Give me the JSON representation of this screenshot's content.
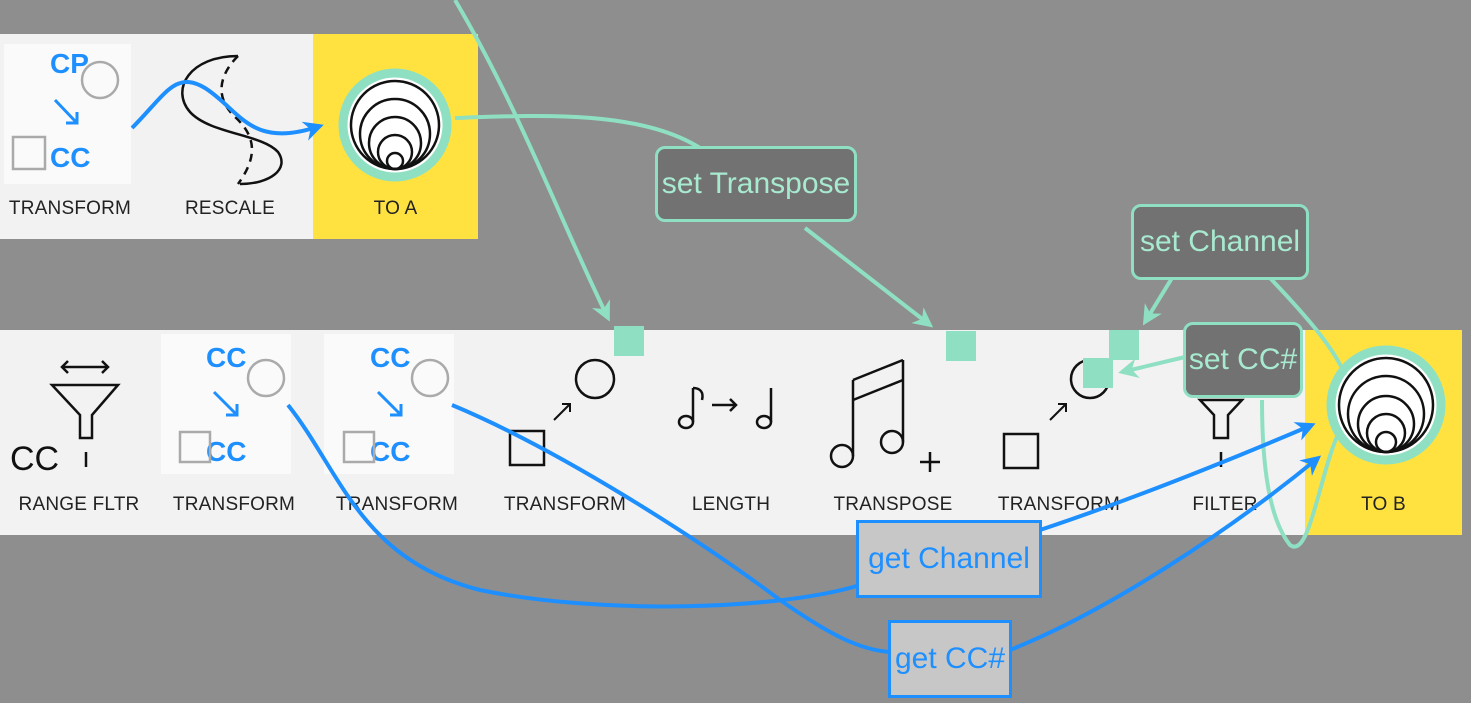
{
  "chain_a": {
    "modules": [
      {
        "label": "TRANSFORM",
        "from": "CP",
        "to": "CC"
      },
      {
        "label": "RESCALE"
      },
      {
        "label": "TO A"
      }
    ]
  },
  "chain_b": {
    "modules": [
      {
        "label": "RANGE FLTR",
        "badge": "CC"
      },
      {
        "label": "TRANSFORM",
        "from": "CC",
        "to": "CC"
      },
      {
        "label": "TRANSFORM",
        "from": "CC",
        "to": "CC"
      },
      {
        "label": "TRANSFORM"
      },
      {
        "label": "LENGTH"
      },
      {
        "label": "TRANSPOSE"
      },
      {
        "label": "TRANSFORM"
      },
      {
        "label": "FILTER"
      },
      {
        "label": "TO B"
      }
    ]
  },
  "callouts": {
    "set_transpose": "set Transpose",
    "set_channel": "set Channel",
    "set_cc": "set CC#",
    "get_channel": "get Channel",
    "get_cc": "get CC#"
  },
  "colors": {
    "background": "#8e8e8e",
    "strip": "#f2f2f2",
    "highlight": "#ffe23f",
    "set_link": "#8fe0c2",
    "get_link": "#1e8fff"
  },
  "icons": {
    "transform": "square-to-circle-icon",
    "rescale": "rescale-curve-icon",
    "output": "concentric-rings-icon",
    "range_filter": "funnel-range-icon",
    "length": "note-length-icon",
    "transpose": "beamed-notes-plus-icon",
    "filter": "funnel-icon"
  }
}
